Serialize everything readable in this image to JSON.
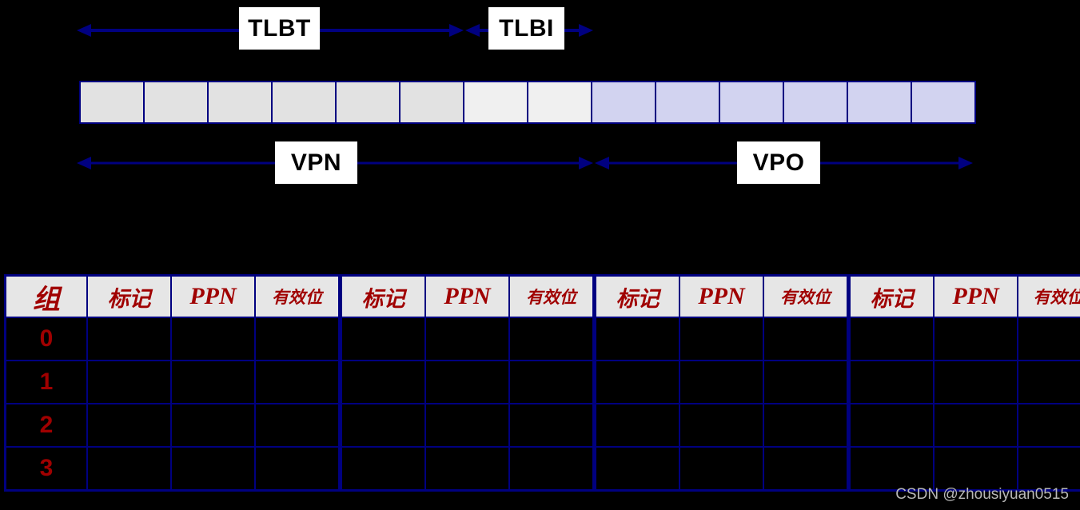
{
  "colors": {
    "background": "#000000",
    "line": "#000080",
    "accent_red": "#a00000",
    "box_gray": "#e2e2e2",
    "box_light_gray": "#f0f0f0",
    "box_lavender": "#d2d3f0",
    "label_bg": "#ffffff",
    "header_bg": "#e6e6e6",
    "watermark": "#b8b8b8"
  },
  "address_diagram": {
    "top_fields": [
      {
        "label": "TLBT",
        "name": "tlb-tag"
      },
      {
        "label": "TLBI",
        "name": "tlb-index"
      }
    ],
    "bottom_fields": [
      {
        "label": "VPN",
        "name": "virtual-page-number"
      },
      {
        "label": "VPO",
        "name": "virtual-page-offset"
      }
    ],
    "bit_boxes": {
      "count": 14,
      "fills": [
        "#e2e2e2",
        "#e2e2e2",
        "#e2e2e2",
        "#e2e2e2",
        "#e2e2e2",
        "#e2e2e2",
        "#f0f0f0",
        "#f0f0f0",
        "#d2d3f0",
        "#d2d3f0",
        "#d2d3f0",
        "#d2d3f0",
        "#d2d3f0",
        "#d2d3f0"
      ]
    }
  },
  "tlb_table": {
    "set_column_header": "组",
    "way_count": 4,
    "way_headers": [
      "标记",
      "PPN",
      "有效位"
    ],
    "columns": [
      "组",
      "标记",
      "PPN",
      "有效位",
      "标记",
      "PPN",
      "有效位",
      "标记",
      "PPN",
      "有效位",
      "标记",
      "PPN",
      "有效位"
    ],
    "rows": [
      {
        "set": "0",
        "cells": [
          "",
          "",
          "",
          "",
          "",
          "",
          "",
          "",
          "",
          "",
          "",
          ""
        ]
      },
      {
        "set": "1",
        "cells": [
          "",
          "",
          "",
          "",
          "",
          "",
          "",
          "",
          "",
          "",
          "",
          ""
        ]
      },
      {
        "set": "2",
        "cells": [
          "",
          "",
          "",
          "",
          "",
          "",
          "",
          "",
          "",
          "",
          "",
          ""
        ]
      },
      {
        "set": "3",
        "cells": [
          "",
          "",
          "",
          "",
          "",
          "",
          "",
          "",
          "",
          "",
          "",
          ""
        ]
      }
    ]
  },
  "watermark": {
    "text": "CSDN @zhousiyuan0515"
  }
}
